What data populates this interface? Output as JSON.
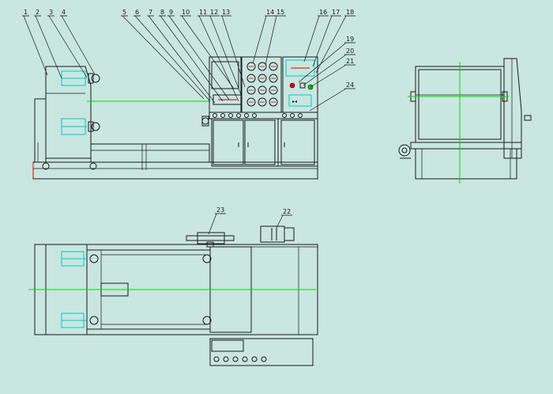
{
  "title": "",
  "callouts_front": [
    {
      "label": "1",
      "id": "c1"
    },
    {
      "label": "2",
      "id": "c2"
    },
    {
      "label": "3",
      "id": "c3"
    },
    {
      "label": "4",
      "id": "c4"
    },
    {
      "label": "5",
      "id": "c5"
    },
    {
      "label": "6",
      "id": "c6"
    },
    {
      "label": "7",
      "id": "c7"
    },
    {
      "label": "8",
      "id": "c8"
    },
    {
      "label": "9",
      "id": "c9"
    },
    {
      "label": "10",
      "id": "c10"
    },
    {
      "label": "11",
      "id": "c11"
    },
    {
      "label": "12",
      "id": "c12"
    },
    {
      "label": "13",
      "id": "c13"
    },
    {
      "label": "14",
      "id": "c14"
    },
    {
      "label": "15",
      "id": "c15"
    },
    {
      "label": "16",
      "id": "c16"
    },
    {
      "label": "17",
      "id": "c17"
    },
    {
      "label": "18",
      "id": "c18"
    },
    {
      "label": "19",
      "id": "c19"
    },
    {
      "label": "20",
      "id": "c20"
    },
    {
      "label": "21",
      "id": "c21"
    },
    {
      "label": "24",
      "id": "c24"
    }
  ],
  "callouts_top": [
    {
      "label": "23",
      "id": "c23"
    },
    {
      "label": "22",
      "id": "c22"
    }
  ],
  "colors": {
    "background": "#c9e6e0",
    "line": "#1a1a1a",
    "centerline": "#00e000",
    "highlight": "#00cccc",
    "marker": "#e00000"
  }
}
